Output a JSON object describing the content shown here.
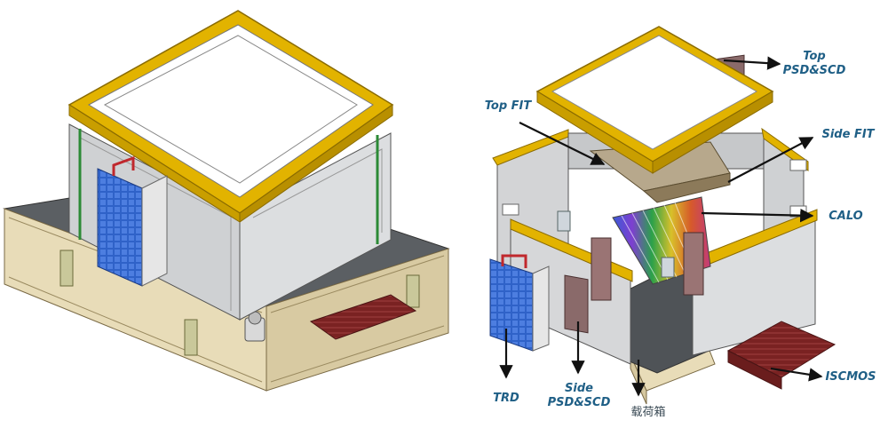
{
  "labels": {
    "top_psd_scd_line1": "Top",
    "top_psd_scd_line2": "PSD&SCD",
    "top_fit": "Top FIT",
    "side_fit": "Side FIT",
    "calo": "CALO",
    "trd": "TRD",
    "side_psd_scd_line1": "Side",
    "side_psd_scd_line2": "PSD&SCD",
    "payload_box": "载荷箱",
    "iscmos": "ISCMOS"
  },
  "colors": {
    "label_text": "#1f5f86",
    "arrow": "#111111",
    "gold_frame": "#e2b300",
    "panel_white": "#ffffff",
    "panel_grey": "#d3d4d6",
    "box_tan": "#e8dcb8",
    "trd_blue": "#2f62c8",
    "iscmos_red": "#8a2a2a"
  }
}
